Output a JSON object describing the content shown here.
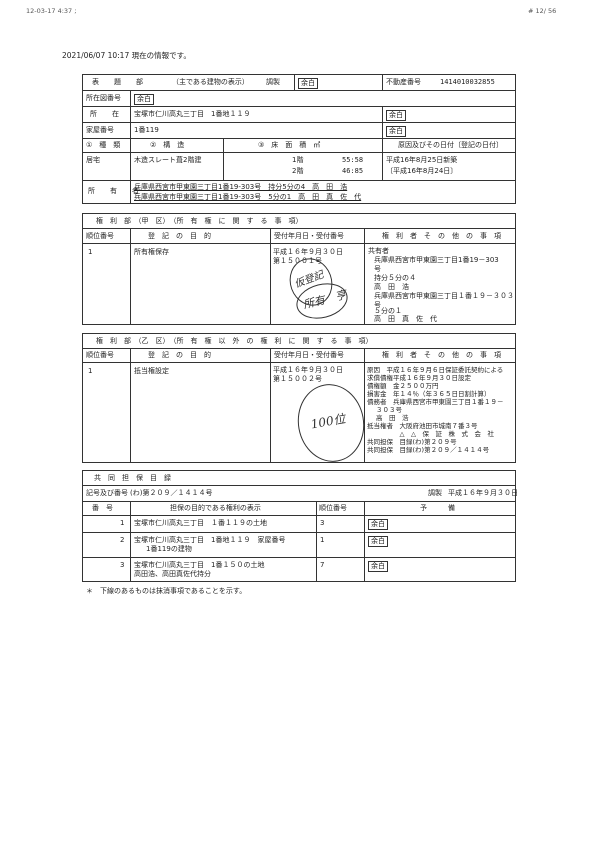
{
  "fax_header": {
    "left": "12-03-17  4:37 ;",
    "right": "# 12/ 56"
  },
  "notice": "2021/06/07 10:17 現在の情報です。",
  "title_section": {
    "header_label": "表　題　部",
    "header_note": "（主である建物の表示）",
    "prep_label": "調製",
    "prep_value": "余白",
    "fudosan_label": "不動産番号",
    "fudosan_value": "1414010032855",
    "map_label": "所在図番号",
    "map_value": "余白",
    "location_label": "所　在",
    "location_value": "宝塚市仁川高丸三丁目　1番地１１９",
    "location_margin": "余白",
    "house_no_label": "家屋番号",
    "house_no_value": "1番119",
    "house_no_margin": "余白",
    "col1": "①　種　類",
    "col2": "②　構　造",
    "col3": "③　床　面　積　㎡",
    "col4": "原因及びその日付〔登記の日付〕",
    "kind": "居宅",
    "structure": "木造スレート葺2階建",
    "floor1": "1階",
    "area1": "55:58",
    "floor2": "2階",
    "area2": "46:85",
    "cause1": "平成16年8月25日新築",
    "cause2": "〔平成16年8月24日〕",
    "owner_label": "所　有　者",
    "owner_line1": "兵庫県西宮市甲東園三丁目1番19-303号　持分5分の4　高　田　浩",
    "owner_line2": "兵庫県西宮市甲東園三丁目1番19-303号　5分の1　高　田　真　佐　代"
  },
  "kouku": {
    "header": "権　利　部　（甲　区）　（所　有　権　に　関　す　る　事　項）",
    "col_rank": "順位番号",
    "col_purpose": "登　記　の　目　的",
    "col_receipt": "受付年月日・受付番号",
    "col_holder": "権　利　者　そ　の　他　の　事　項",
    "rank": "1",
    "purpose": "所有権保存",
    "receipt1": "平成１６年９月３０日",
    "receipt2": "第１５００１号",
    "holder_lines": [
      "共有者",
      "兵庫県西宮市甲東園三丁目1番19－303",
      "号",
      "持分５分の４",
      "高　田　浩",
      "兵庫県西宮市甲東園三丁目１番１９－３０３",
      "号",
      "５分の１",
      "高　田　真　佐　代"
    ],
    "stamp1_text": "仮登記",
    "stamp2_text": "所有　亨"
  },
  "otsuku": {
    "header": "権　利　部　（乙　区）　（所　有　権　以　外　の　権　利　に　関　す　る　事　項）",
    "col_rank": "順位番号",
    "col_purpose": "登　記　の　目　的",
    "col_receipt": "受付年月日・受付番号",
    "col_holder": "権　利　者　そ　の　他　の　事　項",
    "rank": "1",
    "purpose": "抵当権設定",
    "receipt1": "平成１６年９月３０日",
    "receipt2": "第１５００２号",
    "holder_lines": [
      "原因　平成１６年９月６日保証委託契約による",
      "求償債権平成１６年９月３０日設定",
      "債権額　金２５００万円",
      "損害金　年１４％（年３６５日日割計算）",
      "債務者　兵庫県西宮市甲東園三丁目１番１９－",
      "３０３号",
      "高　田　浩",
      "抵当権者　大阪府池田市城南７番３号",
      "　　　　　△　△　保　証　株　式　会　社",
      "共同担保　目録(わ)第２０９号",
      "共同担保　目録(わ)第２０９／１４１４号"
    ],
    "stamp_text": "100位"
  },
  "mokuroku": {
    "header": "共　同　担　保　目　録",
    "symbol_label": "記号及び番号",
    "symbol_value": "(わ)第２０９／１４１４号",
    "prep_label": "調製",
    "prep_value": "平成１６年９月３０日",
    "col_no": "番　号",
    "col_display": "担保の目的である権利の表示",
    "col_rank": "順位番号",
    "col_reserve": "予　　　備",
    "rows": [
      {
        "no": "1",
        "display1": "宝塚市仁川高丸三丁目　１番１１９の土地",
        "display2": "",
        "rank": "3",
        "reserve": "余白"
      },
      {
        "no": "2",
        "display1": "宝塚市仁川高丸三丁目　1番地１１９　家屋番号",
        "display2": "1番119の建物",
        "rank": "1",
        "reserve": "余白"
      },
      {
        "no": "3",
        "display1": "宝塚市仁川高丸三丁目　1番１５０の土地",
        "display2": "高田浩、高田真佐代持分",
        "rank": "7",
        "reserve": "余白"
      }
    ]
  },
  "footnote": "＊　下線のあるものは抹消事項であることを示す。"
}
